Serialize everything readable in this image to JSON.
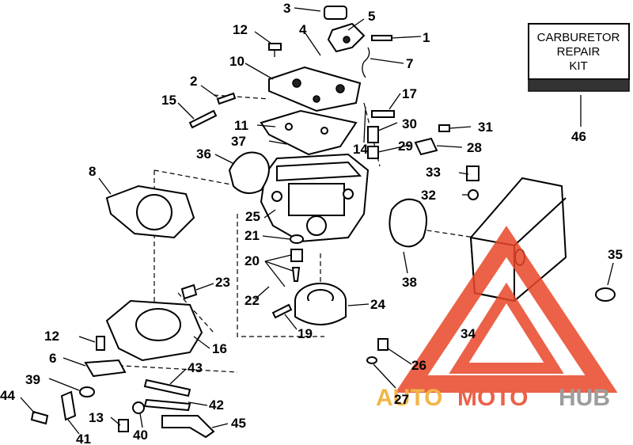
{
  "callouts": {
    "p1": "1",
    "p2": "2",
    "p3": "3",
    "p4": "4",
    "p5": "5",
    "p6": "6",
    "p7": "7",
    "p8": "8",
    "p10": "10",
    "p11": "11",
    "p12a": "12",
    "p12b": "12",
    "p13": "13",
    "p14": "14",
    "p15": "15",
    "p16": "16",
    "p17": "17",
    "p19": "19",
    "p20": "20",
    "p21": "21",
    "p22": "22",
    "p23": "23",
    "p24": "24",
    "p25": "25",
    "p26": "26",
    "p27": "27",
    "p28": "28",
    "p29": "29",
    "p30": "30",
    "p31": "31",
    "p32": "32",
    "p33": "33",
    "p34": "34",
    "p35": "35",
    "p36": "36",
    "p37": "37",
    "p38": "38",
    "p39": "39",
    "p40": "40",
    "p41": "41",
    "p42": "42",
    "p43": "43",
    "p44": "44",
    "p45": "45",
    "p46": "46"
  },
  "kit_box": {
    "line1": "CARBURETOR",
    "line2": "REPAIR",
    "line3": "KIT"
  },
  "watermark": {
    "part1": "AUTO",
    "part2": "MOTO",
    "part3": "HUB"
  },
  "colors": {
    "watermark_red": "#e8472a",
    "watermark_orange": "#f0a92a",
    "watermark_gray": "#8c8c8c"
  }
}
